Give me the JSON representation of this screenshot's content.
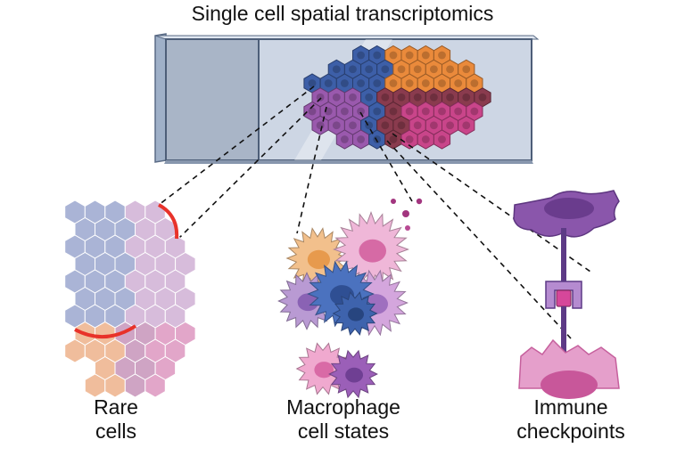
{
  "title": "Single cell spatial transcriptomics",
  "panels": [
    {
      "label_line1": "Rare",
      "label_line2": "cells"
    },
    {
      "label_line1": "Macrophage",
      "label_line2": "cell states"
    },
    {
      "label_line1": "Immune",
      "label_line2": "checkpoints"
    }
  ],
  "colors": {
    "slide_glass": "#c9d3e2",
    "slide_frost": "#a9b6c9",
    "tissue_blue": "#3d5fa8",
    "tissue_orange": "#ea8a3b",
    "tissue_purple": "#9a59ad",
    "tissue_magenta": "#c9458a",
    "tissue_maroon": "#8a3b4e",
    "rare_highlight": "#e8322a",
    "checkpoint_pink": "#d6479a",
    "checkpoint_lilac": "#b58bd0"
  }
}
